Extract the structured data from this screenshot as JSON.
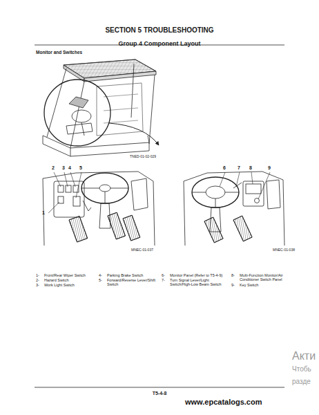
{
  "diagram": {
    "title": "SECTION 5 TROUBLESHOOTING",
    "labels": [
      "Group 4 Component Layout",
      "Monitor and Switches",
      "TNED-01-02-029",
      "2",
      "3",
      "4",
      "5",
      "1",
      "6",
      "7",
      "8",
      "9",
      "MNEC-01-037",
      "MNEC-01-038",
      "1-",
      "Front/Rear Wiper Switch",
      "2-",
      "Hazard Switch",
      "3-",
      "Work Light Switch",
      "4-",
      "Parking Brake Switch",
      "5-",
      "Forward/Reverse Lever/Shift Switch",
      "6-",
      "Monitor Panel (Refer to T5-4-9)",
      "7-",
      "Turn Signal Lever/Light Switch/High-Low Beam Switch",
      "8-",
      "Multi-Function Monitor/Air Conditioner Switch Panel",
      "9-",
      "Key Switch",
      "T5-4-8",
      "Акти",
      "Чтобь",
      "разде",
      "www.epcatalogs.com"
    ]
  }
}
